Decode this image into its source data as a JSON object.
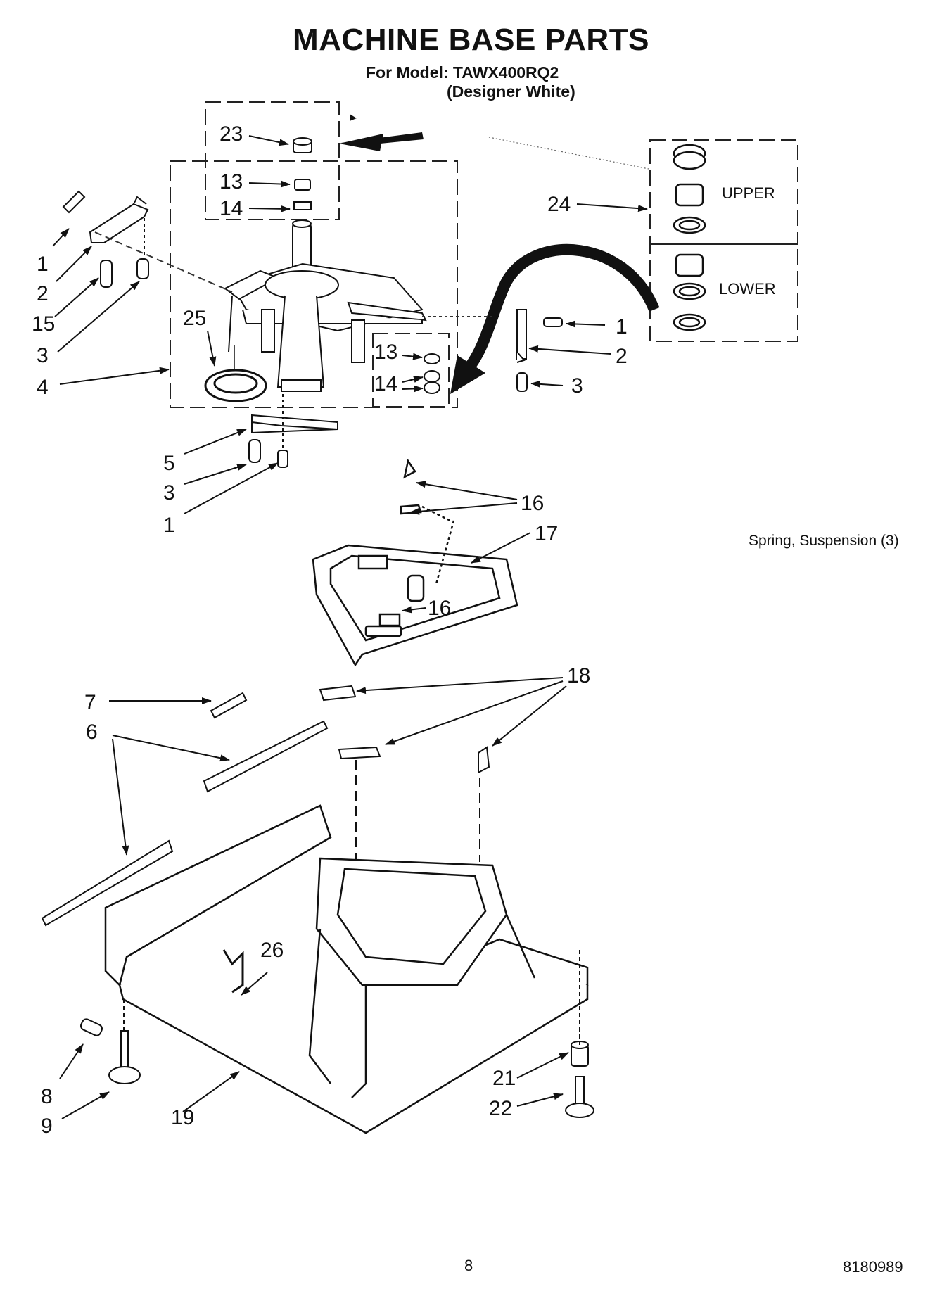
{
  "title": "MACHINE BASE PARTS",
  "model_line": "For Model: TAWX400RQ2",
  "model_color": "(Designer White)",
  "callouts": [
    {
      "id": "c1a",
      "text": "1"
    },
    {
      "id": "c2a",
      "text": "2"
    },
    {
      "id": "c15",
      "text": "15"
    },
    {
      "id": "c3a",
      "text": "3"
    },
    {
      "id": "c4",
      "text": "4"
    },
    {
      "id": "c23",
      "text": "23"
    },
    {
      "id": "c13a",
      "text": "13"
    },
    {
      "id": "c14a",
      "text": "14"
    },
    {
      "id": "c25",
      "text": "25"
    },
    {
      "id": "c13b",
      "text": "13"
    },
    {
      "id": "c14b",
      "text": "14"
    },
    {
      "id": "c24",
      "text": "24"
    },
    {
      "id": "c1b",
      "text": "1"
    },
    {
      "id": "c2b",
      "text": "2"
    },
    {
      "id": "c3b",
      "text": "3"
    },
    {
      "id": "c5",
      "text": "5"
    },
    {
      "id": "c3c",
      "text": "3"
    },
    {
      "id": "c1c",
      "text": "1"
    },
    {
      "id": "c16a",
      "text": "16"
    },
    {
      "id": "c17",
      "text": "17"
    },
    {
      "id": "c16b",
      "text": "16"
    },
    {
      "id": "c18",
      "text": "18"
    },
    {
      "id": "c7",
      "text": "7"
    },
    {
      "id": "c6",
      "text": "6"
    },
    {
      "id": "c26",
      "text": "26"
    },
    {
      "id": "c8",
      "text": "8"
    },
    {
      "id": "c9",
      "text": "9"
    },
    {
      "id": "c19",
      "text": "19"
    },
    {
      "id": "c21",
      "text": "21"
    },
    {
      "id": "c22",
      "text": "22"
    }
  ],
  "kit_labels": {
    "upper": "UPPER",
    "lower": "LOWER"
  },
  "note": "Spring, Suspension (3)",
  "page_number": "8",
  "doc_number": "8180989"
}
